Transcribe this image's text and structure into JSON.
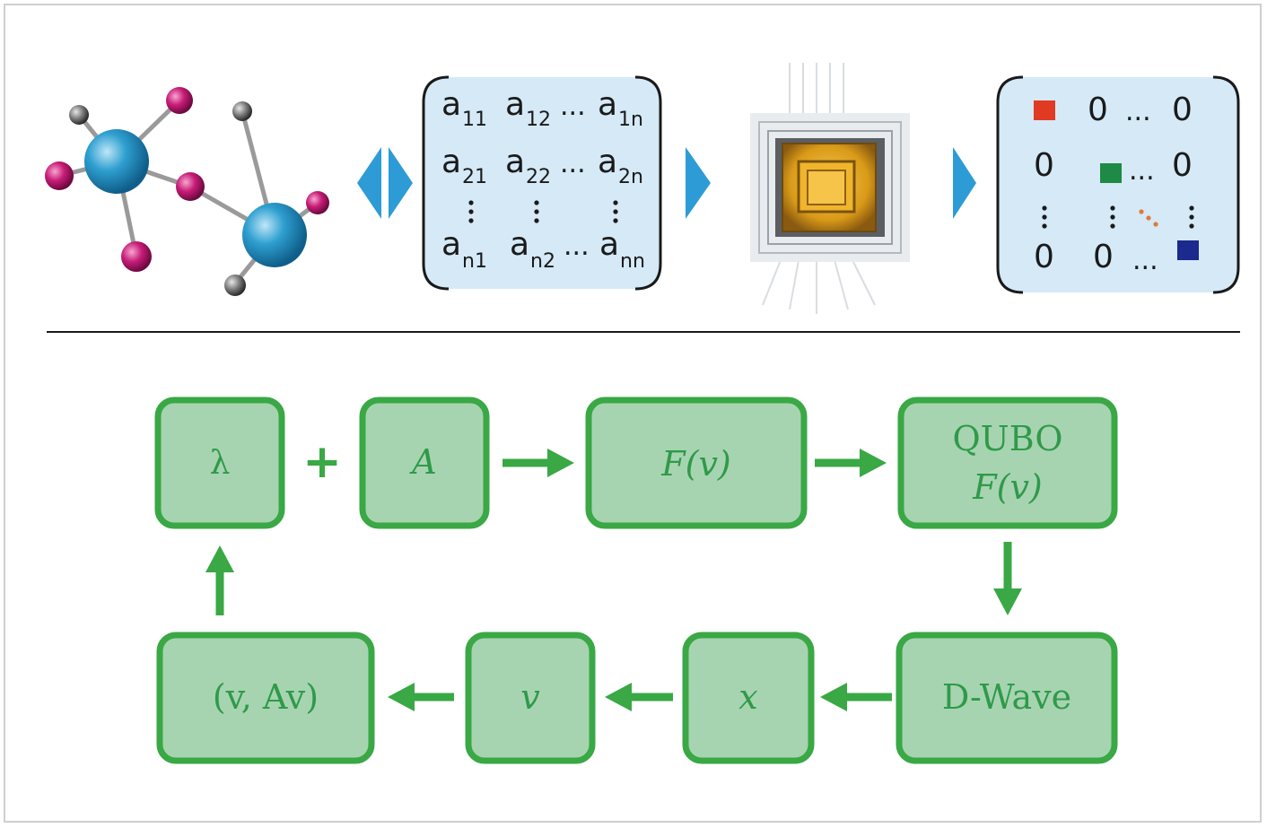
{
  "matrix": {
    "row1": [
      "a",
      "11",
      "a",
      "12",
      "...",
      "a",
      "1n"
    ],
    "row2": [
      "a",
      "21",
      "a",
      "22",
      "...",
      "a",
      "2n"
    ],
    "row3": [
      "a",
      "n1",
      "a",
      "n2",
      "...",
      "a",
      "nn"
    ]
  },
  "eigen_matrix": {
    "zero": "0",
    "dots": "...",
    "diag_colors": [
      "#e03a22",
      "#1e8a45",
      "#1b2a8c"
    ]
  },
  "flow": {
    "lambda": "λ",
    "plus": "+",
    "A": "A",
    "Fv": "F(v)",
    "qubo_line1": "QUBO",
    "qubo_line2": "F(v)",
    "dwave": "D-Wave",
    "x": "x",
    "v": "v",
    "vAv": "(v, Av)"
  },
  "colors": {
    "accent_blue": "#2d9bd6",
    "box_fill": "#a7d4b0",
    "box_border": "#39a845",
    "matrix_bg": "#d5e9f7"
  }
}
